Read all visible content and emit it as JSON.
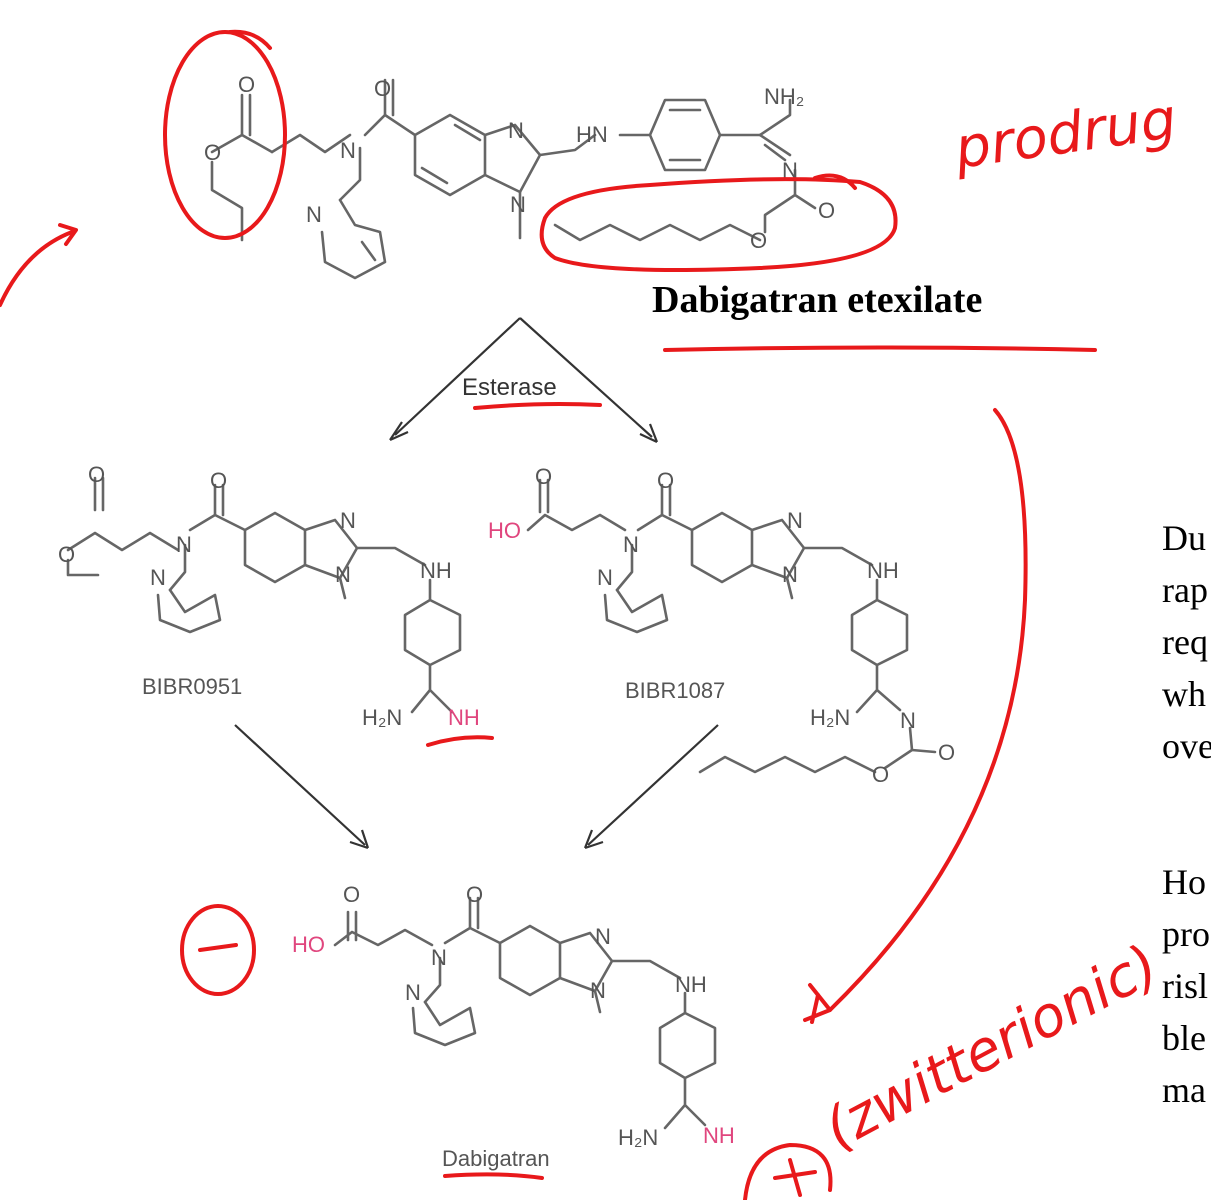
{
  "figure": {
    "title": "Dabigatran etexilate",
    "enzyme_label": "Esterase",
    "compounds": {
      "left": "BIBR0951",
      "right": "BIBR1087",
      "product": "Dabigatran"
    }
  },
  "atoms": {
    "O": "O",
    "N": "N",
    "HN": "HN",
    "NH": "NH",
    "NH2": "NH₂",
    "H2N": "H₂N",
    "HO": "HO"
  },
  "annotations": {
    "prodrug": "prodrug",
    "zwitterionic": "(zwitterionic)",
    "minus": "−",
    "plus": "+"
  },
  "paragraph_fragments": {
    "block1": [
      "Du",
      "rap",
      "req",
      "wh",
      "ove"
    ],
    "block2": [
      "Ho",
      "pro",
      "risl",
      "ble",
      "ma"
    ]
  },
  "colors": {
    "ink": "#e8191b",
    "highlight": "#e0467e",
    "structure": "#666666"
  }
}
